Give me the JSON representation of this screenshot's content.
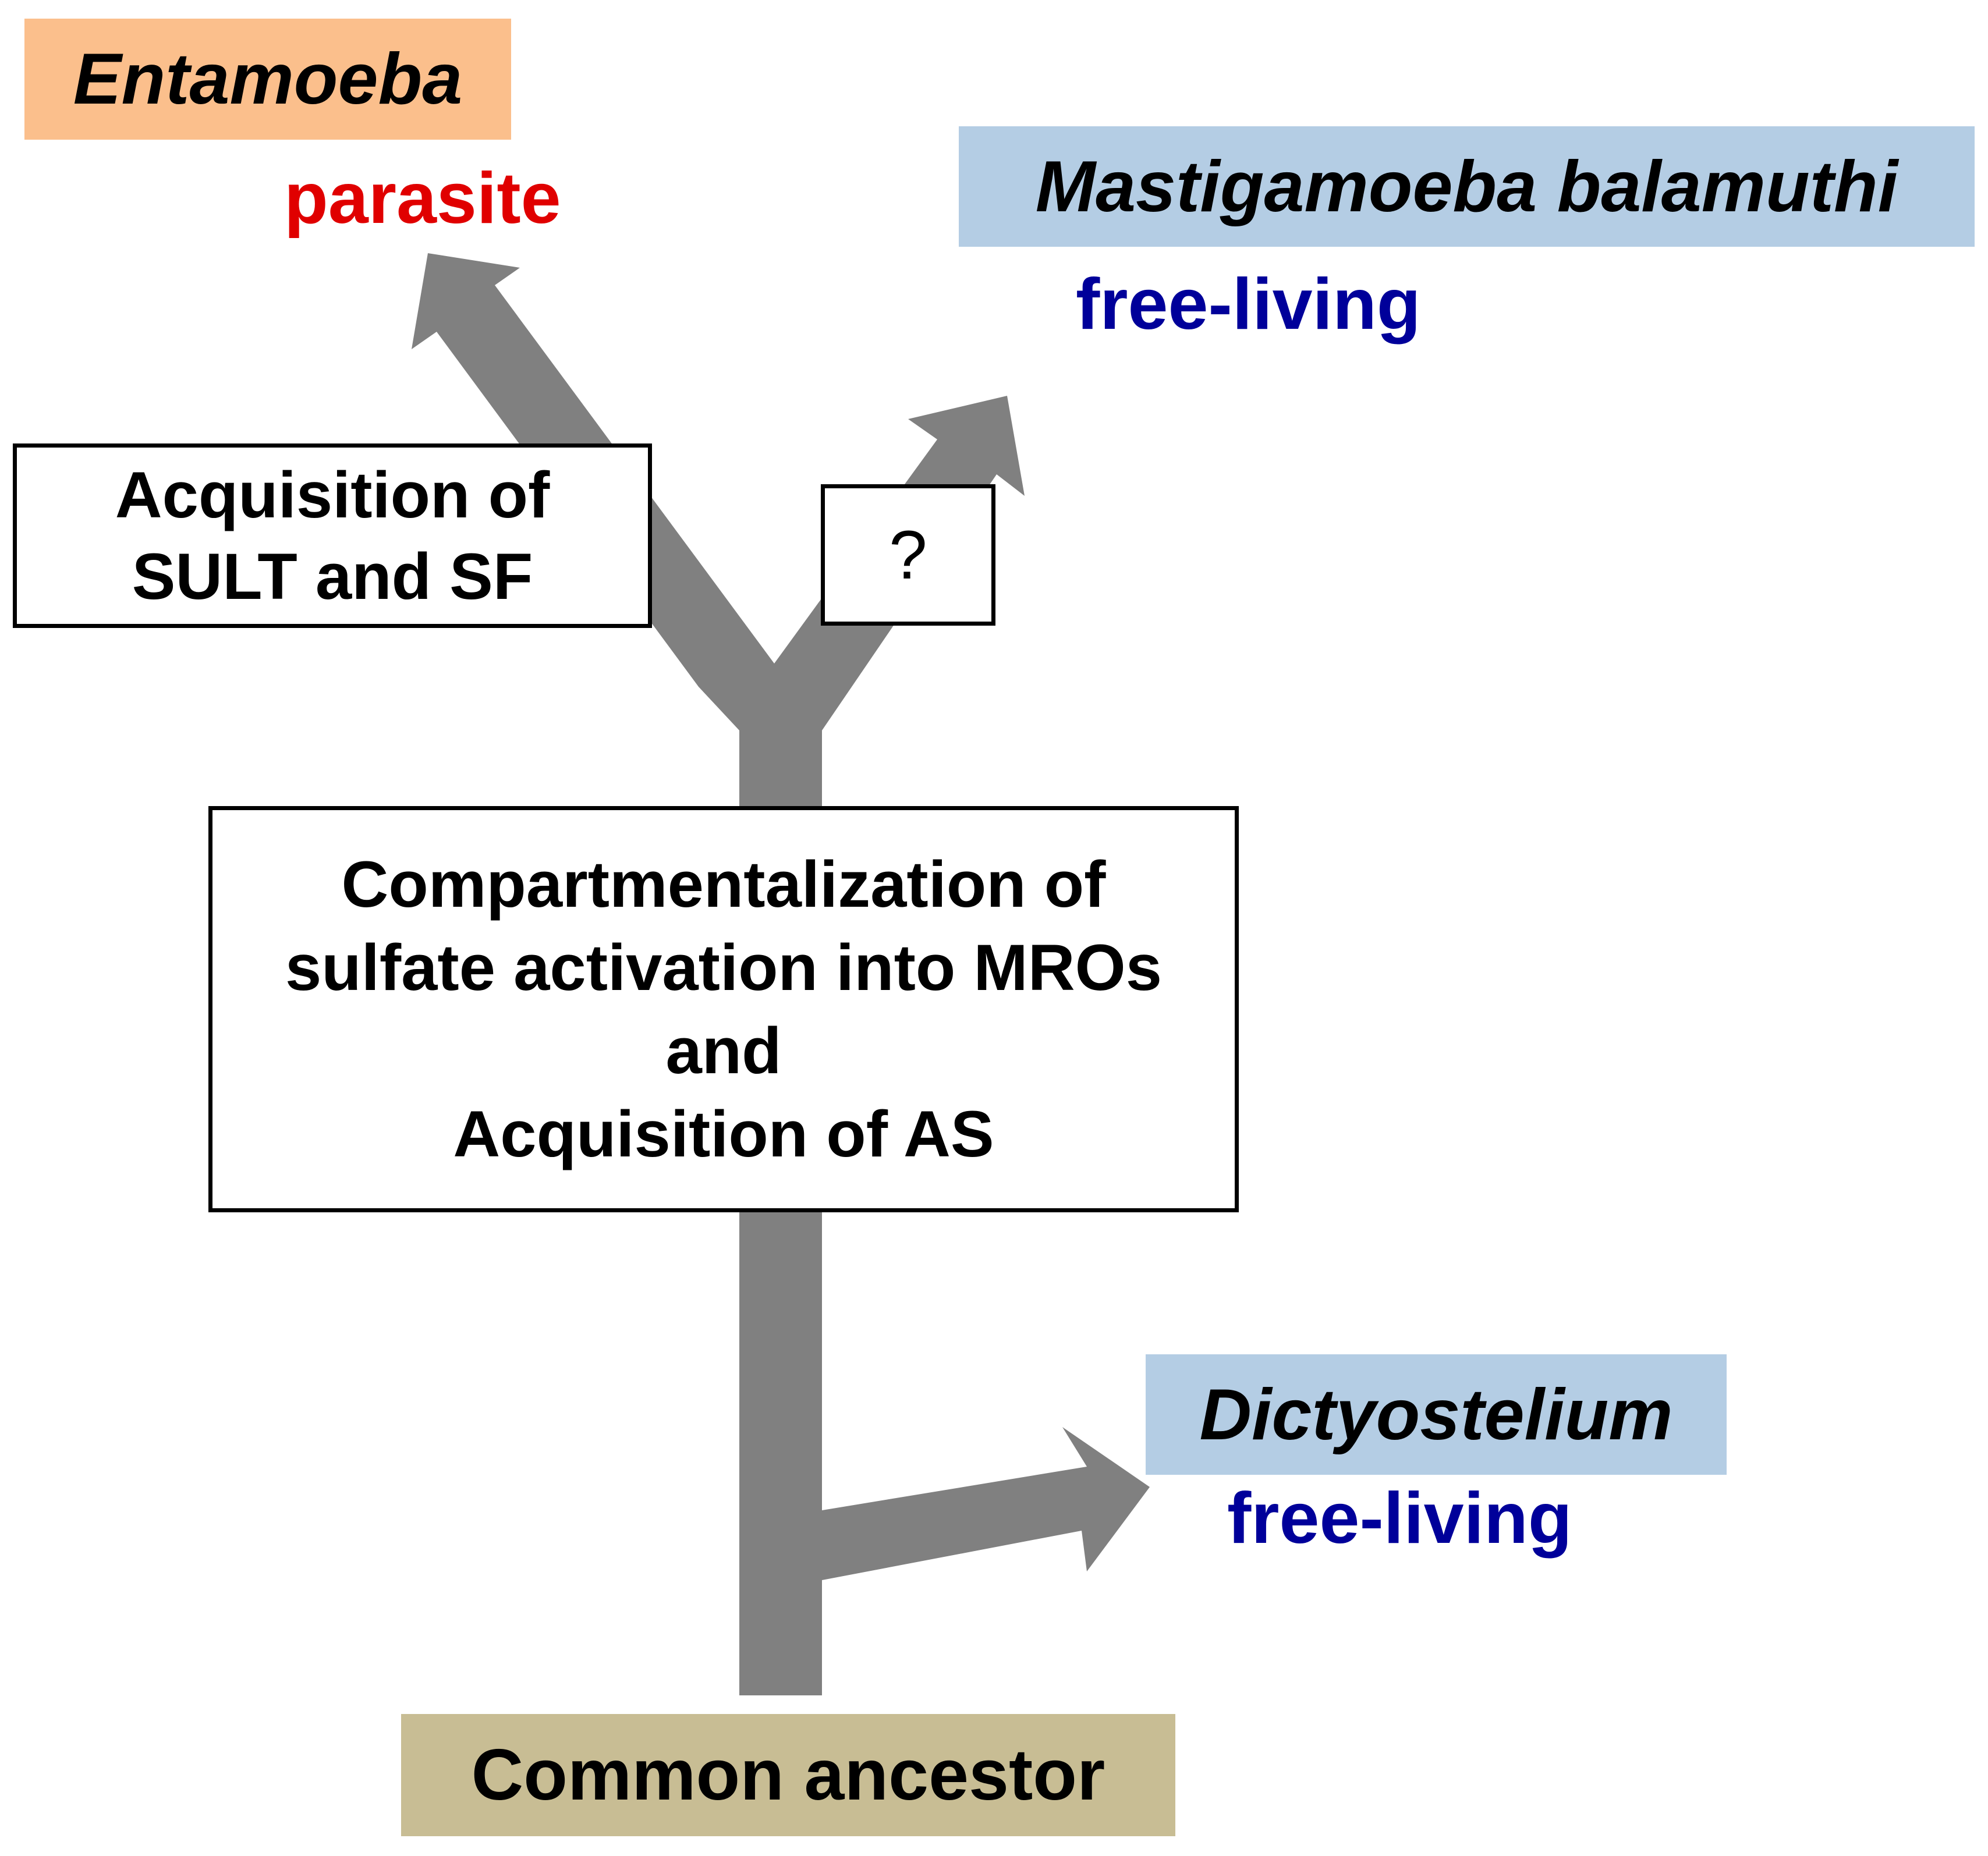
{
  "colors": {
    "branch": "#808080",
    "entamoeba_box": "#fbbf8c",
    "free_living_box": "#b4cde4",
    "ancestor_box": "#c8bd94",
    "parasite_text": "#e00000",
    "free_living_text": "#00009a",
    "event_border": "#000000"
  },
  "taxa": {
    "entamoeba": {
      "name": "Entamoeba",
      "lifestyle": "parasite"
    },
    "mastigamoeba": {
      "name": "Mastigamoeba balamuthi",
      "lifestyle": "free-living"
    },
    "dictyostelium": {
      "name": "Dictyostelium",
      "lifestyle": "free-living"
    },
    "ancestor": {
      "name": "Common ancestor"
    }
  },
  "events": {
    "entamoeba_branch": {
      "lines": [
        "Acquisition of",
        "SULT and SF"
      ]
    },
    "mastigamoeba_branch": {
      "lines": [
        "?"
      ]
    },
    "stem": {
      "lines": [
        "Compartmentalization of",
        "sulfate activation into MROs",
        "and",
        "Acquisition of AS"
      ]
    }
  }
}
